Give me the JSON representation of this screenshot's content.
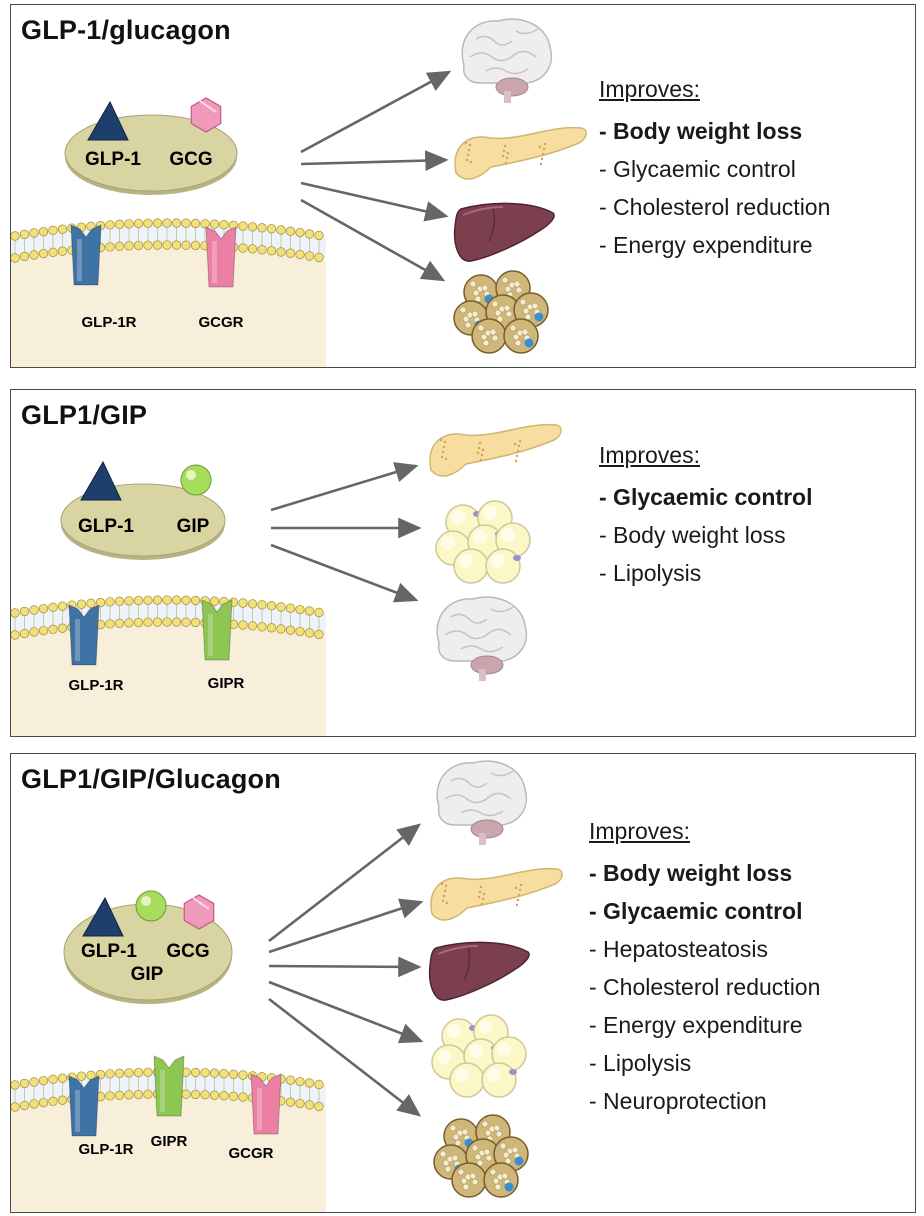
{
  "panels": [
    {
      "title": "GLP-1/glucagon",
      "ligand_labels": {
        "left": "GLP-1",
        "right": "GCG"
      },
      "receptors": [
        "GLP-1R",
        "GCGR"
      ],
      "improves_header": "Improves:",
      "effects": [
        {
          "text": "- Body weight loss",
          "bold": true
        },
        {
          "text": "- Glycaemic control",
          "bold": false
        },
        {
          "text": "- Cholesterol reduction",
          "bold": false
        },
        {
          "text": "- Energy expenditure",
          "bold": false
        }
      ]
    },
    {
      "title": "GLP1/GIP",
      "ligand_labels": {
        "left": "GLP-1",
        "right": "GIP"
      },
      "receptors": [
        "GLP-1R",
        "GIPR"
      ],
      "improves_header": "Improves:",
      "effects": [
        {
          "text": "- Glycaemic control",
          "bold": true
        },
        {
          "text": "- Body weight loss",
          "bold": false
        },
        {
          "text": "- Lipolysis",
          "bold": false
        }
      ]
    },
    {
      "title": "GLP1/GIP/Glucagon",
      "ligand_labels": {
        "left": "GLP-1",
        "right": "GCG",
        "bottom": "GIP"
      },
      "receptors": [
        "GLP-1R",
        "GIPR",
        "GCGR"
      ],
      "improves_header": "Improves:",
      "effects": [
        {
          "text": "- Body weight loss",
          "bold": true
        },
        {
          "text": "- Glycaemic control",
          "bold": true
        },
        {
          "text": "- Hepatosteatosis",
          "bold": false
        },
        {
          "text": "- Cholesterol reduction",
          "bold": false
        },
        {
          "text": "- Energy expenditure",
          "bold": false
        },
        {
          "text": "- Lipolysis",
          "bold": false
        },
        {
          "text": "- Neuroprotection",
          "bold": false
        }
      ]
    }
  ],
  "organ_icons": {
    "panel_0": [
      "brain-icon",
      "pancreas-icon",
      "liver-icon",
      "brown-adipose-icon"
    ],
    "panel_1": [
      "pancreas-icon",
      "white-adipose-icon",
      "brain-icon"
    ],
    "panel_2": [
      "brain-icon",
      "pancreas-icon",
      "liver-icon",
      "white-adipose-icon",
      "brown-adipose-icon"
    ]
  },
  "colors": {
    "glp1_receptor": "#3f72a5",
    "gcg_receptor": "#ec7fa4",
    "gip_receptor": "#8dc653",
    "glp1_ligand": "#1e3f6b",
    "gcg_ligand": "#f09abb",
    "gip_ligand": "#a8dc5c",
    "cell_body": "#f7efd9",
    "lipid_head": "#f3e07a",
    "carrier_disc": "#d9d5a2",
    "arrow": "#666666"
  }
}
